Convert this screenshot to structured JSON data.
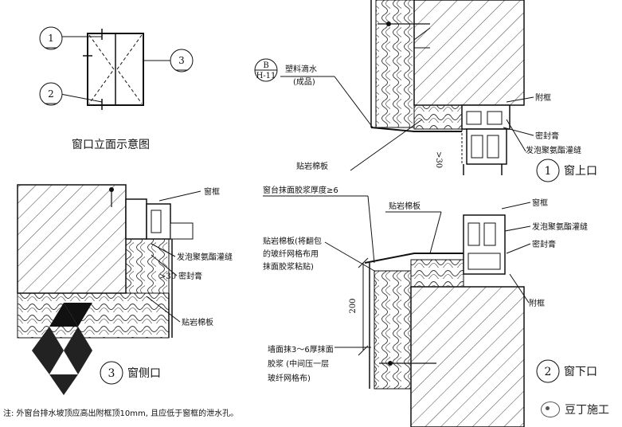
{
  "elevation": {
    "title": "窗口立面示意图",
    "callouts": [
      "1",
      "2",
      "3"
    ]
  },
  "detail1": {
    "number": "1",
    "title": "窗上口",
    "tag_top": "B",
    "tag_bottom": "H-11",
    "drip_label": "塑料滴水",
    "drip_note": "(成品)",
    "labels": [
      "附框",
      "密封膏",
      "发泡聚氨酯灌缝",
      "贴岩棉板"
    ],
    "dim": ">30"
  },
  "detail2": {
    "number": "2",
    "title": "窗下口",
    "labels": [
      "窗台抹面胶浆厚度≥6",
      "贴岩棉板",
      "窗框",
      "发泡聚氨酯灌缝",
      "密封膏",
      "附框",
      "贴岩棉板(将翻包",
      "的玻纤网格布用",
      "抹面胶浆粘贴)",
      "墙面抹3～6厚抹面",
      "胶浆 (中间压一层",
      "玻纤网格布)"
    ],
    "dim": "200"
  },
  "detail3": {
    "number": "3",
    "title": "窗侧口",
    "labels": [
      "窗框",
      "发泡聚氨酯灌缝",
      "密封膏",
      "贴岩棉板"
    ],
    "dim": ">30"
  },
  "note": "注:  外窗台排水坡顶应高出附框顶10mm, 且应低于窗框的泄水孔。",
  "watermark": "豆丁施工"
}
